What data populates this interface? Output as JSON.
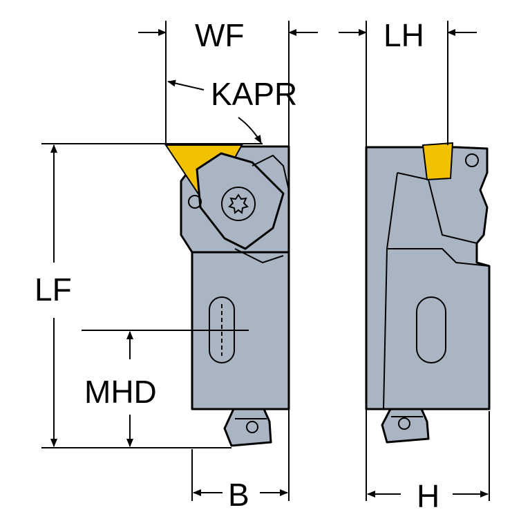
{
  "labels": {
    "wf": "WF",
    "lh": "LH",
    "kapr": "KAPR",
    "lf": "LF",
    "mhd": "MHD",
    "b": "B",
    "h": "H"
  },
  "colors": {
    "body": "#a9b5c2",
    "insert": "#f2c200",
    "line": "#000000"
  }
}
